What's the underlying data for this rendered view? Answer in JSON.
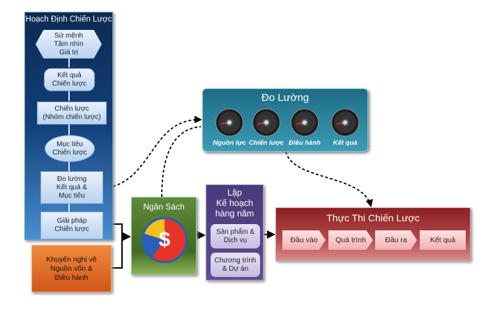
{
  "planning": {
    "title": "Hoạch Định Chiến Lược",
    "steps": [
      "Sứ mệnh\nTầm nhìn\nGiá trị",
      "Kết quả\nChiến lược",
      "Chiến lược\n(Nhóm chiến lược)",
      "Mục tiêu\nChiến lược",
      "Đo lường\nKết quả &\nMục tiêu",
      "Giải pháp\nChiến lược"
    ]
  },
  "recommendation": {
    "label": "Khuyến nghị về\nNguồn vốn &\nĐiều hành"
  },
  "measurement": {
    "title": "Đo Lường",
    "gauges": [
      "Nguồn lực",
      "Chiến lược",
      "Điều hành",
      "Kết quả"
    ]
  },
  "budget": {
    "title": "Ngân Sách",
    "icon": "dollar-pie-chart-icon"
  },
  "annual_plan": {
    "title": "Lập\nKế hoạch\nhàng năm",
    "items": [
      "Sản phẩm &\nDịch vụ",
      "Chương trình\n& Dự án"
    ]
  },
  "execution": {
    "title": "Thực Thi Chiến Lược",
    "steps": [
      "Đầu vào",
      "Quá trình",
      "Đầu ra",
      "Kết quả"
    ]
  }
}
